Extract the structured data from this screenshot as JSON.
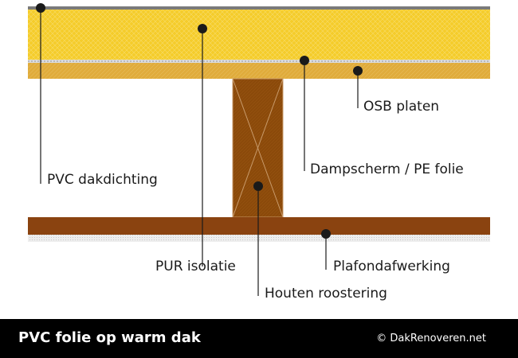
{
  "labels": {
    "osb": "OSB platen",
    "pvc": "PVC dakdichting",
    "damp": "Dampscherm / PE folie",
    "pur": "PUR isolatie",
    "houten": "Houten roostering",
    "plafond": "Plafondafwerking"
  },
  "footer": {
    "title": "PVC folie op warm dak",
    "credit": "© DakRenoveren.net"
  },
  "colors": {
    "insulation": "#f5cc2a",
    "osb": "#e0ac3c",
    "timber": "#8b4a0a",
    "ceiling_board": "#8a4310",
    "membrane": "#7a7a7a",
    "footer": "#000000"
  }
}
